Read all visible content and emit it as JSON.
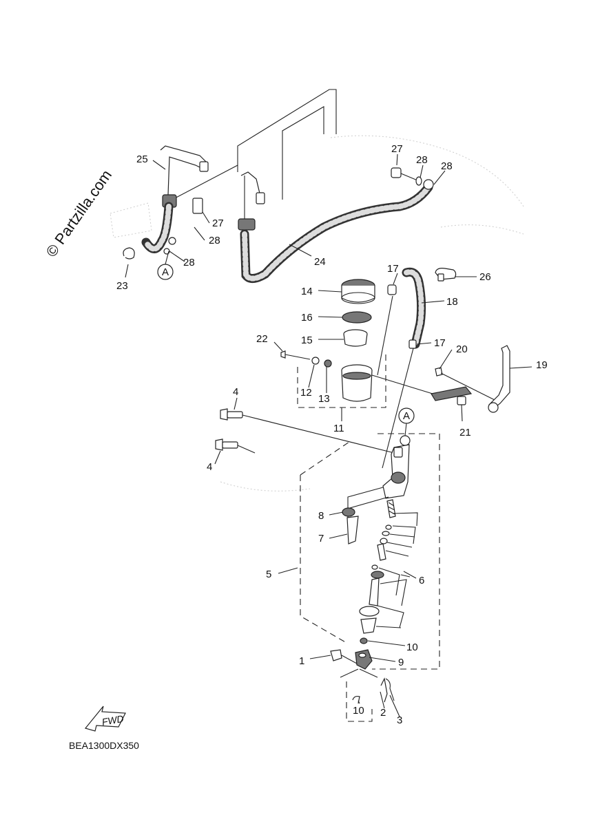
{
  "watermark": "© Partzilla.com",
  "diagram_code": "BEA1300DX350",
  "fwd_label": "FWD",
  "ref_marker": "A",
  "callouts": {
    "c1": "1",
    "c2": "2",
    "c3": "3",
    "c4a": "4",
    "c4b": "4",
    "c5": "5",
    "c6": "6",
    "c7": "7",
    "c8": "8",
    "c9": "9",
    "c10a": "10",
    "c10b": "10",
    "c11": "11",
    "c12": "12",
    "c13": "13",
    "c14": "14",
    "c15": "15",
    "c16": "16",
    "c17a": "17",
    "c17b": "17",
    "c18": "18",
    "c19": "19",
    "c20": "20",
    "c21": "21",
    "c22": "22",
    "c23": "23",
    "c24": "24",
    "c25": "25",
    "c26": "26",
    "c27a": "27",
    "c27b": "27",
    "c28a": "28",
    "c28b": "28",
    "c28c": "28",
    "c28d": "28"
  }
}
